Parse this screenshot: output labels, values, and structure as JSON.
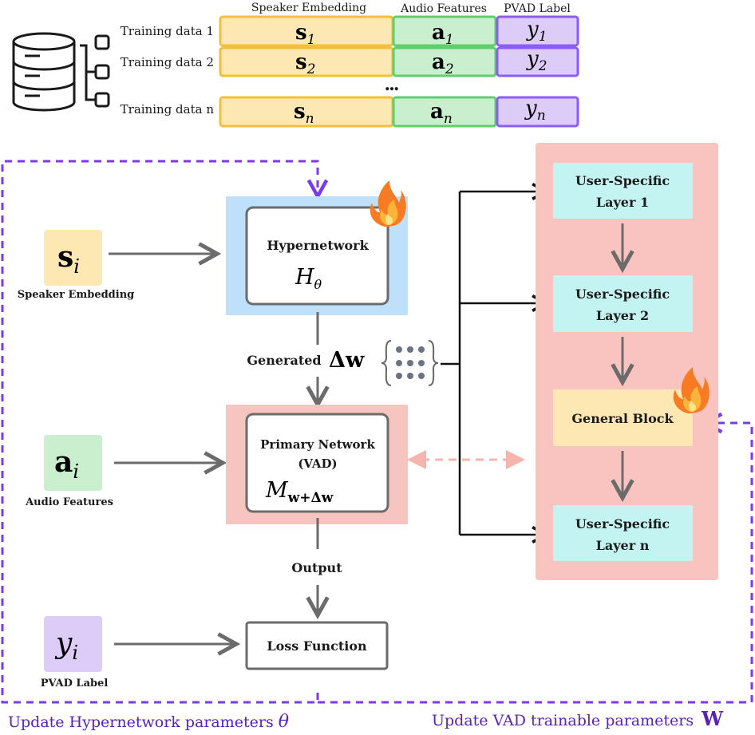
{
  "dataset": {
    "headers": [
      "Speaker Embedding",
      "Audio Features",
      "PVAD Label"
    ],
    "rows": [
      {
        "label": "Training data 1",
        "s": "s",
        "s_sub": "1",
        "a": "a",
        "a_sub": "1",
        "y": "y",
        "y_sub": "1"
      },
      {
        "label": "Training data 2",
        "s": "s",
        "s_sub": "2",
        "a": "a",
        "a_sub": "2",
        "y": "y",
        "y_sub": "2"
      },
      {
        "label": "Training data n",
        "s": "s",
        "s_sub": "n",
        "a": "a",
        "a_sub": "n",
        "y": "y",
        "y_sub": "n"
      }
    ],
    "ellipsis": "..."
  },
  "inputs": {
    "speaker": {
      "symbol": "s",
      "sub": "i",
      "caption": "Speaker Embedding"
    },
    "audio": {
      "symbol": "a",
      "sub": "i",
      "caption": "Audio Features"
    },
    "label": {
      "symbol": "y",
      "sub": "i",
      "caption": "PVAD Label"
    }
  },
  "hypernetwork": {
    "title": "Hypernetwork",
    "symbol": "H",
    "sub": "θ"
  },
  "generated": {
    "text": "Generated",
    "symbol": "Δw"
  },
  "primary": {
    "title_line1": "Primary Network",
    "title_line2": "(VAD)",
    "symbol": "M",
    "sub": "w+Δw"
  },
  "output_label": "Output",
  "loss": "Loss Function",
  "vad_layers": [
    {
      "line1": "User-Specific",
      "line2": "Layer 1"
    },
    {
      "line1": "User-Specific",
      "line2": "Layer 2"
    },
    {
      "line1": "General Block",
      "line2": ""
    },
    {
      "line1": "User-Specific",
      "line2": "Layer n"
    }
  ],
  "footer": {
    "left": "Update Hypernetwork parameters",
    "left_symbol": "θ",
    "right": "Update VAD trainable parameters",
    "right_symbol": "W"
  },
  "colors": {
    "speaker": "#fde8b3",
    "audio": "#c9efcf",
    "label": "#dcccf7",
    "hyper_bg": "#bfe0fb",
    "primary_bg": "#f7c5c0",
    "vad_bg": "#f9c4c0",
    "layer": "#c4f4f2",
    "general": "#fde8b3",
    "dashed": "#7c3aed",
    "arrow": "#6b6b6b"
  }
}
